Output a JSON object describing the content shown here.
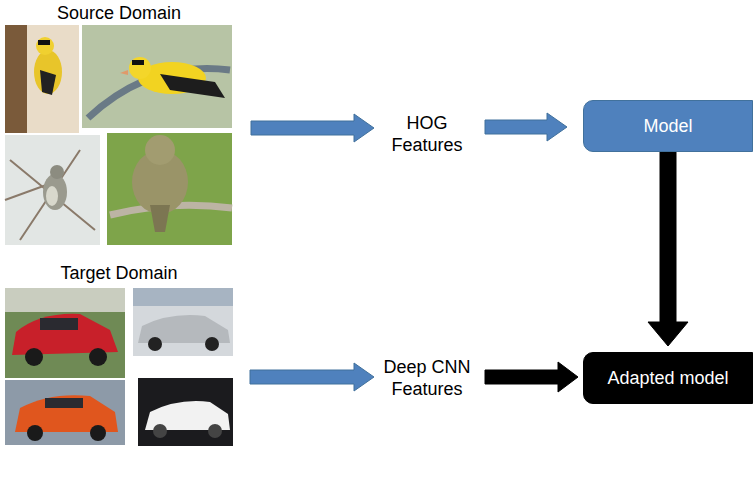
{
  "diagram": {
    "nodes": [
      {
        "text": [
          "Source Domain"
        ]
      },
      {
        "text": [
          "HOG Features"
        ]
      },
      {
        "text": [
          "Model"
        ]
      },
      {
        "text": [
          "Target Domain"
        ]
      },
      {
        "text": [
          "Deep CNN Features"
        ]
      },
      {
        "text": [
          "Adapted model"
        ]
      }
    ],
    "edges": [
      {
        "from": 0,
        "to": 1,
        "arrow": "to"
      },
      {
        "from": 1,
        "to": 2,
        "arrow": "to"
      },
      {
        "from": 2,
        "to": 5,
        "arrow": "to"
      },
      {
        "from": 3,
        "to": 4,
        "arrow": "to"
      },
      {
        "from": 4,
        "to": 5,
        "arrow": "to"
      }
    ]
  }
}
